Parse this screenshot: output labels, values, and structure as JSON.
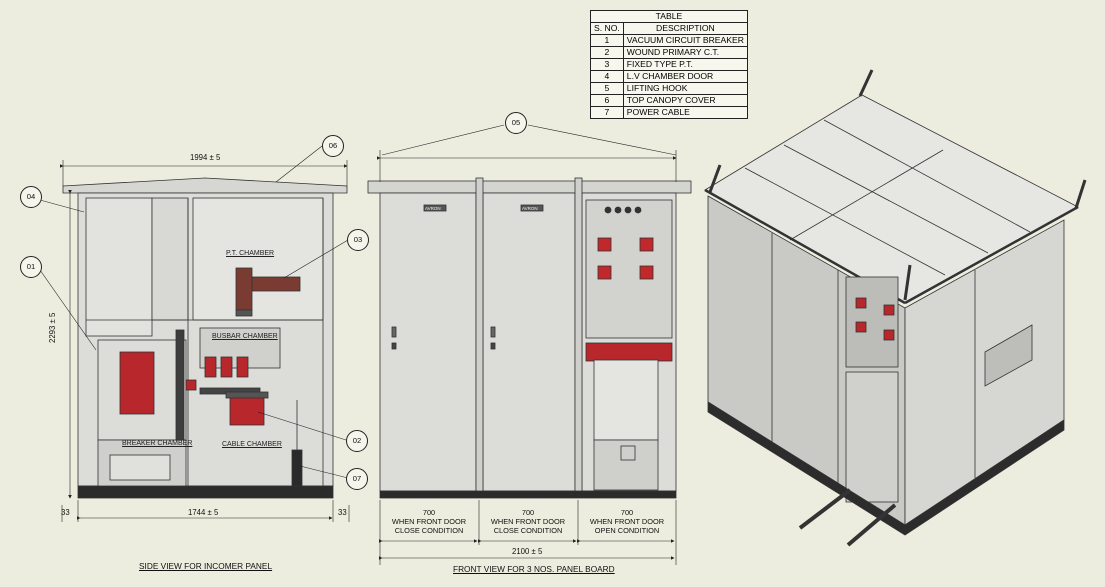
{
  "legend_table": {
    "title": "TABLE",
    "header": [
      "S. NO.",
      "DESCRIPTION"
    ],
    "rows": [
      {
        "sn": "1",
        "desc": "VACUUM CIRCUIT BREAKER"
      },
      {
        "sn": "2",
        "desc": "WOUND PRIMARY C.T."
      },
      {
        "sn": "3",
        "desc": "FIXED TYPE P.T."
      },
      {
        "sn": "4",
        "desc": "L.V CHAMBER DOOR"
      },
      {
        "sn": "5",
        "desc": "LIFTING HOOK"
      },
      {
        "sn": "6",
        "desc": "TOP CANOPY COVER"
      },
      {
        "sn": "7",
        "desc": "POWER CABLE"
      }
    ]
  },
  "side_view": {
    "caption": "SIDE VIEW FOR INCOMER PANEL",
    "chambers": {
      "pt": "P.T. CHAMBER",
      "busbar": "BUSBAR CHAMBER",
      "breaker": "BREAKER CHAMBER",
      "cable": "CABLE CHAMBER"
    },
    "dims": {
      "top_width": "1994 ± 5",
      "height": "2293 ± 5",
      "bottom_width": "1744 ± 5",
      "left_offset": "33",
      "right_offset": "33"
    }
  },
  "front_view": {
    "caption": "FRONT VIEW FOR 3 NOS. PANEL BOARD",
    "brand": "AVRON",
    "panels": [
      {
        "width": "700",
        "line1": "WHEN FRONT DOOR",
        "line2": "CLOSE CONDITION"
      },
      {
        "width": "700",
        "line1": "WHEN FRONT DOOR",
        "line2": "CLOSE CONDITION"
      },
      {
        "width": "700",
        "line1": "WHEN FRONT DOOR",
        "line2": "OPEN CONDITION"
      }
    ],
    "total_width": "2100 ± 5"
  },
  "callouts": [
    "01",
    "02",
    "03",
    "04",
    "05",
    "06",
    "07"
  ],
  "colors": {
    "background": "#ededdf",
    "panel": "#dadad6",
    "red": "#c0282c",
    "line": "#222222"
  }
}
